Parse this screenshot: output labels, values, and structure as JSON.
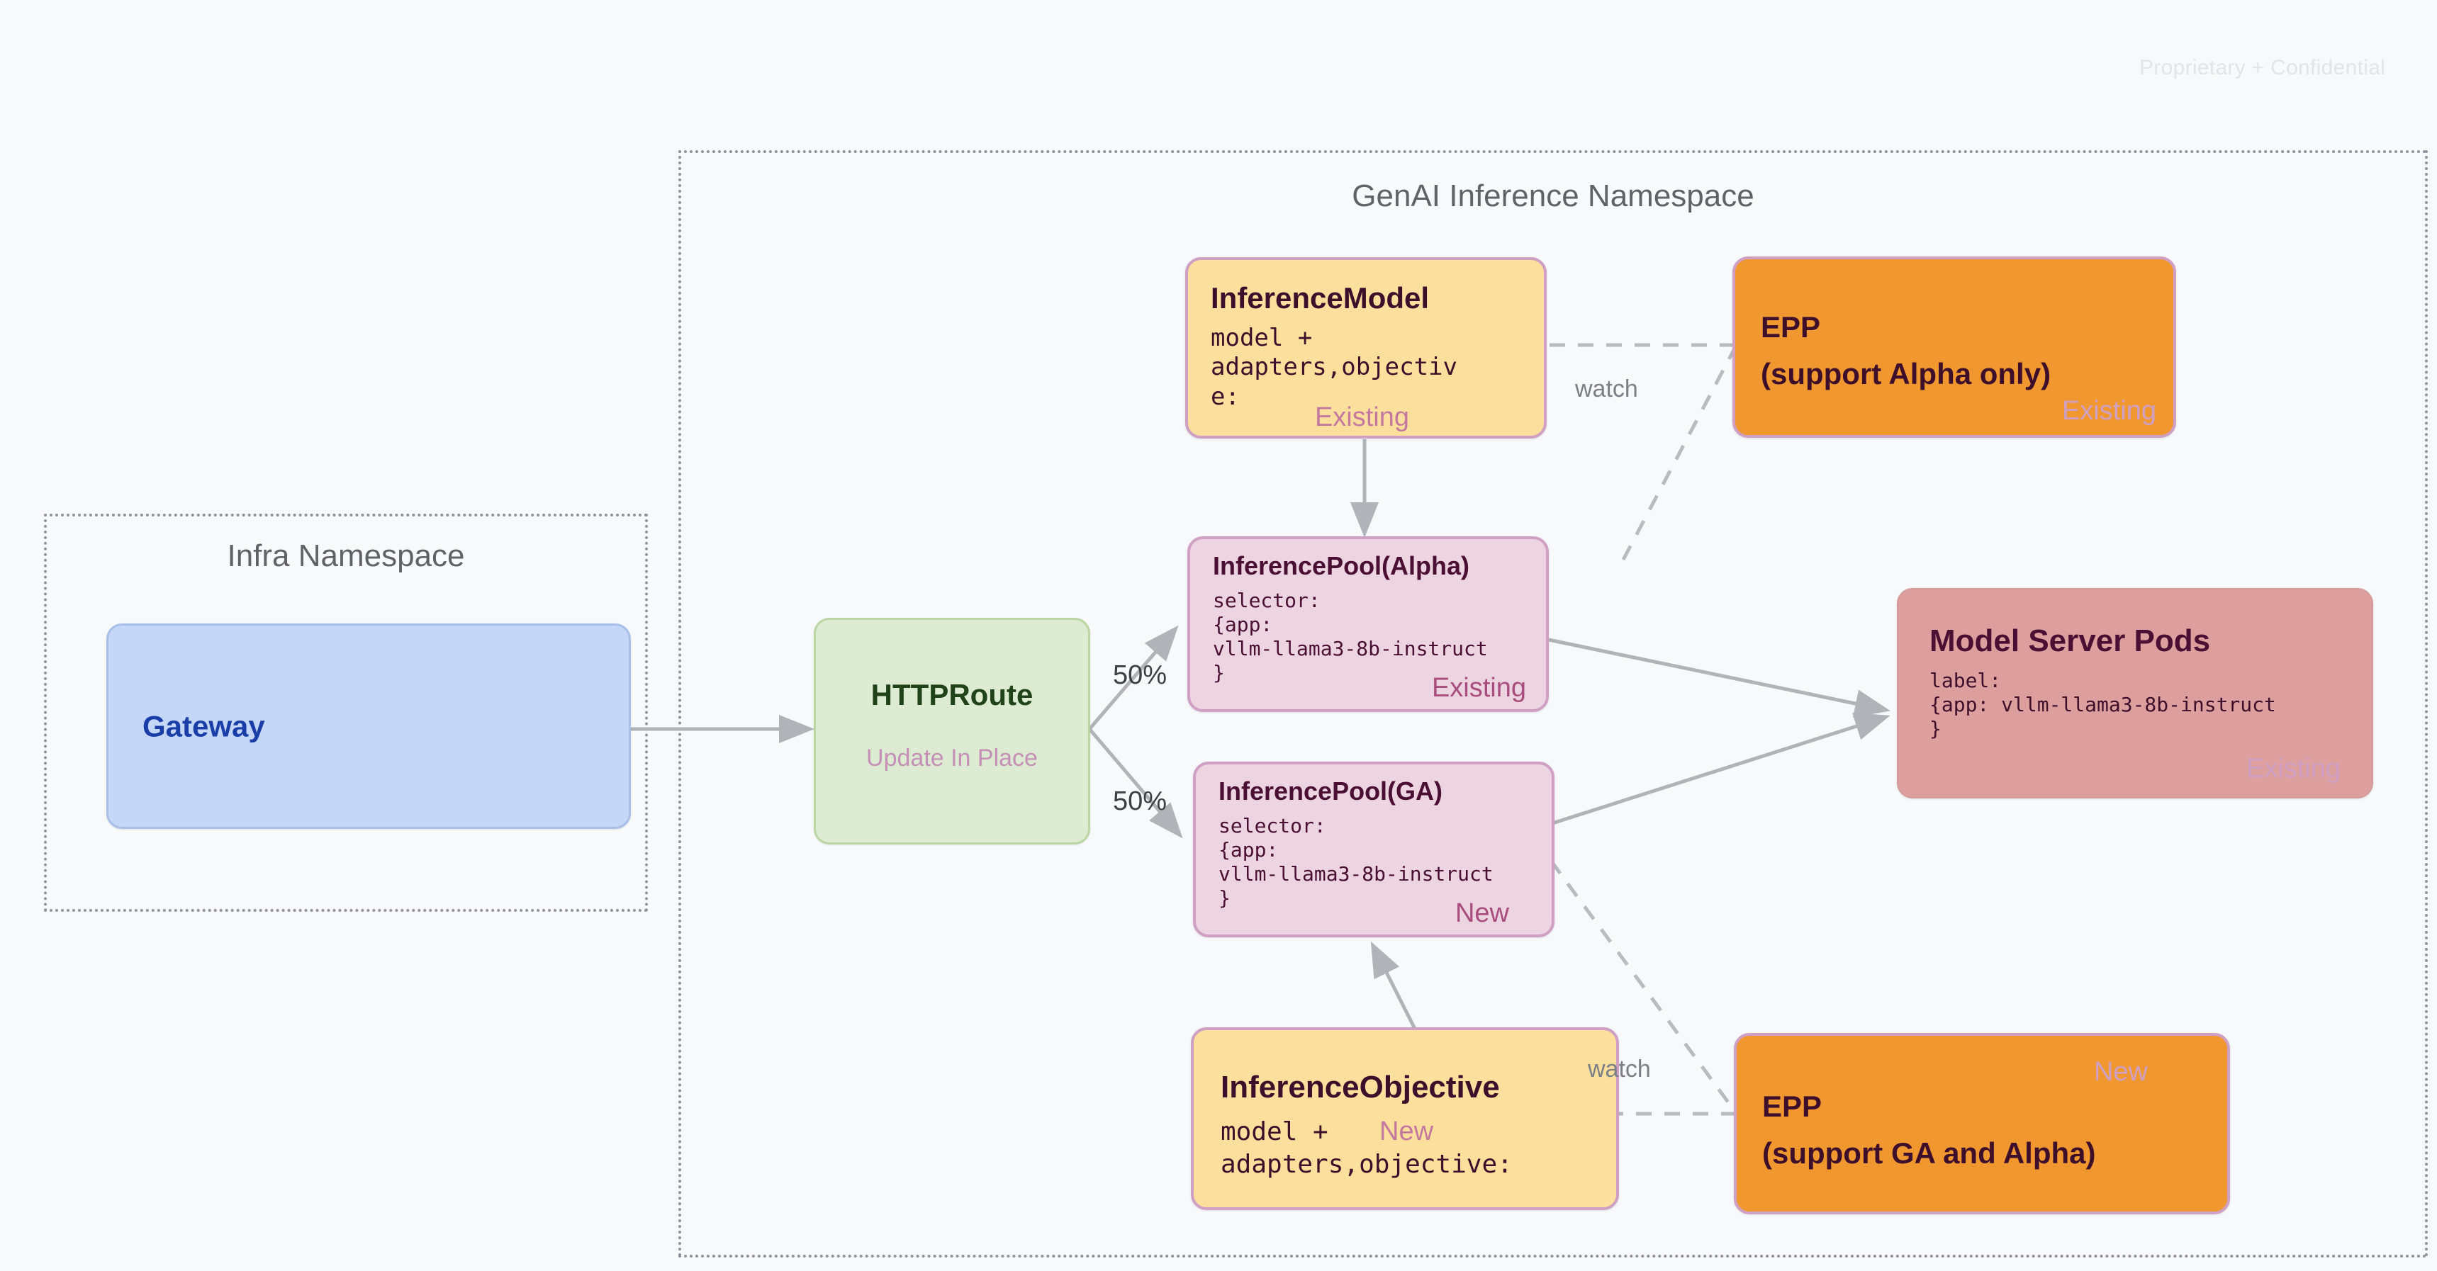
{
  "page": {
    "confidential_notice": "Proprietary + Confidential",
    "background_color": "#f7f9fb"
  },
  "namespaces": [
    {
      "id": "infra",
      "title": "Infra Namespace"
    },
    {
      "id": "genai",
      "title": "GenAI Inference Namespace"
    }
  ],
  "nodes": {
    "gateway": {
      "title": "Gateway",
      "color": "#c5d7f7",
      "text_color": "#1a3ea8"
    },
    "httproute": {
      "title": "HTTPRoute",
      "subtitle": "Update In Place",
      "color": "#dcebd2",
      "text_color": "#20431a",
      "subtitle_color": "#c58fb7"
    },
    "inference_model": {
      "title": "InferenceModel",
      "code": "model +\nadapters,objectiv\ne:",
      "badge": "Existing",
      "color": "#fae09c",
      "badge_color": "#c4789f"
    },
    "inference_pool_alpha": {
      "title": "InferencePool(Alpha)",
      "code": "selector:\n{app:\nvllm-llama3-8b-instruct\n}",
      "badge": "Existing",
      "color": "#ecd4e0",
      "badge_color": "#a84d7d"
    },
    "inference_pool_ga": {
      "title": "InferencePool(GA)",
      "code": "selector:\n{app:\nvllm-llama3-8b-instruct\n}",
      "badge": "New",
      "color": "#ecd4e0",
      "badge_color": "#a84d7d"
    },
    "inference_objective": {
      "title": "InferenceObjective",
      "code_line1": "model +",
      "code_line2": "adapters,objective:",
      "badge": "New",
      "color": "#fae09c",
      "badge_color": "#c4789f"
    },
    "epp_alpha": {
      "title_line1": "EPP",
      "title_line2": "(support Alpha only)",
      "badge": "Existing",
      "color": "#f0982f",
      "badge_color": "#cfa0c4"
    },
    "epp_ga": {
      "title_line1": "EPP",
      "title_line2": "(support GA and Alpha)",
      "badge": "New",
      "color": "#f0982f",
      "badge_color": "#cfa0c4"
    },
    "model_server_pods": {
      "title": "Model Server Pods",
      "code": "label:\n{app: vllm-llama3-8b-instruct\n}",
      "badge": "Existing",
      "color": "#dd9e9e",
      "badge_color": "#cfa0c4"
    }
  },
  "edges": {
    "split_alpha_pct": "50%",
    "split_ga_pct": "50%",
    "watch_top": "watch",
    "watch_bottom": "watch"
  }
}
